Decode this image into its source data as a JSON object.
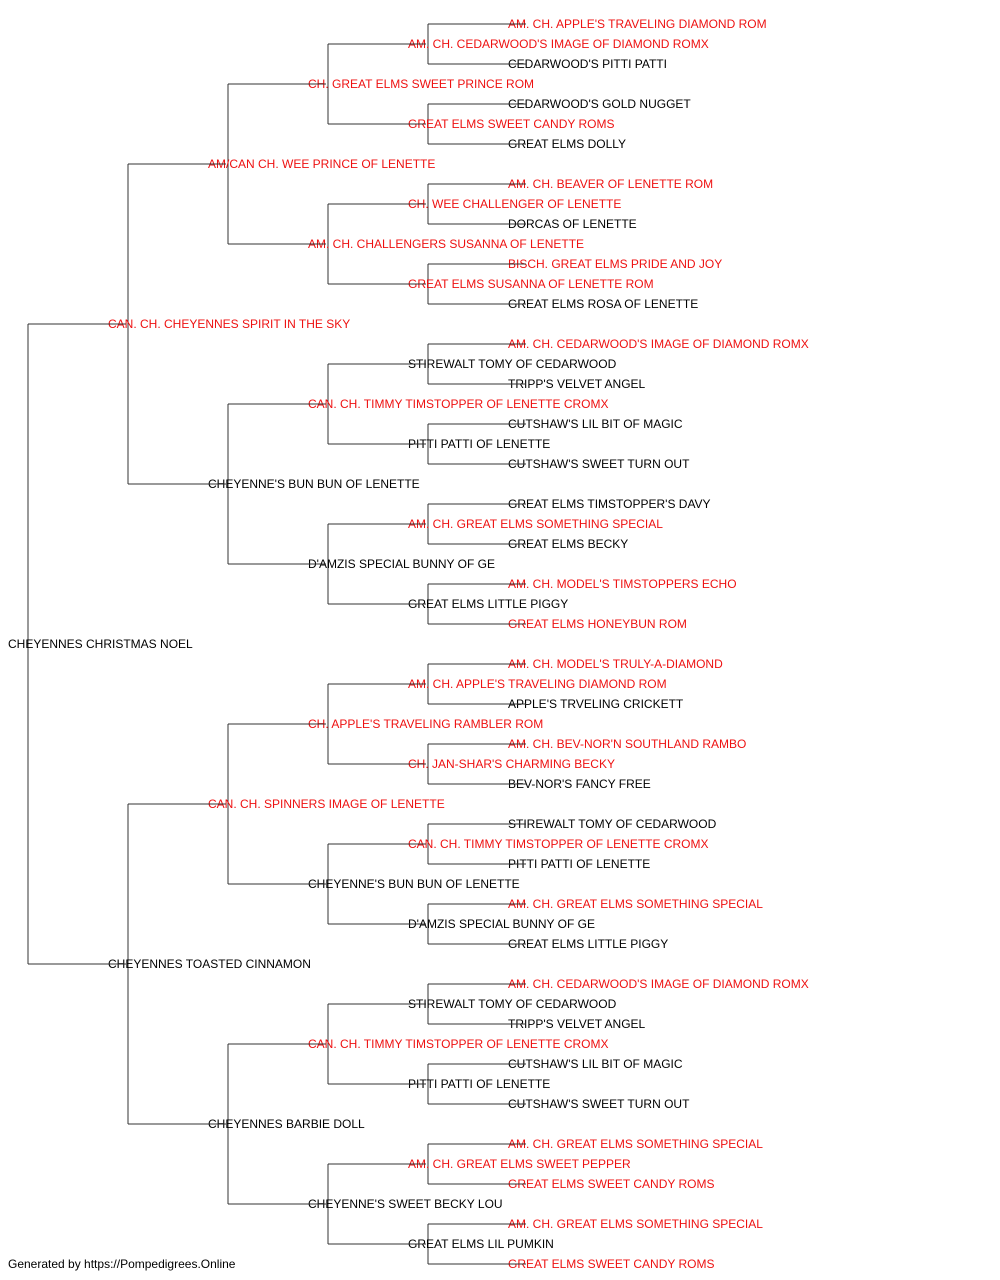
{
  "colors": {
    "champion": "#ee1111",
    "regular": "#000000",
    "connector": "#333333"
  },
  "pedigree": {
    "name": "CHEYENNES CHRISTMAS NOEL",
    "champion": false,
    "sire": {
      "name": "CAN. CH. CHEYENNES SPIRIT IN THE SKY",
      "champion": true,
      "sire": {
        "name": "AM/CAN CH. WEE PRINCE OF LENETTE",
        "champion": true,
        "sire": {
          "name": "CH. GREAT ELMS SWEET PRINCE ROM",
          "champion": true,
          "sire": {
            "name": "AM. CH. CEDARWOOD'S IMAGE OF DIAMOND ROMX",
            "champion": true,
            "sire": {
              "name": "AM. CH. APPLE'S TRAVELING DIAMOND ROM",
              "champion": true
            },
            "dam": {
              "name": "CEDARWOOD'S PITTI PATTI",
              "champion": false
            }
          },
          "dam": {
            "name": "GREAT ELMS SWEET CANDY ROMS",
            "champion": true,
            "sire": {
              "name": "CEDARWOOD'S GOLD NUGGET",
              "champion": false
            },
            "dam": {
              "name": "GREAT ELMS DOLLY",
              "champion": false
            }
          }
        },
        "dam": {
          "name": "AM. CH. CHALLENGERS SUSANNA OF LENETTE",
          "champion": true,
          "sire": {
            "name": "CH. WEE CHALLENGER OF LENETTE",
            "champion": true,
            "sire": {
              "name": "AM. CH. BEAVER OF LENETTE ROM",
              "champion": true
            },
            "dam": {
              "name": "DORCAS OF LENETTE",
              "champion": false
            }
          },
          "dam": {
            "name": "GREAT ELMS SUSANNA OF LENETTE ROM",
            "champion": true,
            "sire": {
              "name": "BISCH. GREAT ELMS PRIDE AND JOY",
              "champion": true
            },
            "dam": {
              "name": "GREAT ELMS ROSA OF LENETTE",
              "champion": false
            }
          }
        }
      },
      "dam": {
        "name": "CHEYENNE'S BUN BUN OF LENETTE",
        "champion": false,
        "sire": {
          "name": "CAN. CH. TIMMY TIMSTOPPER OF LENETTE CROMX",
          "champion": true,
          "sire": {
            "name": "STIREWALT TOMY OF CEDARWOOD",
            "champion": false,
            "sire": {
              "name": "AM. CH. CEDARWOOD'S IMAGE OF DIAMOND ROMX",
              "champion": true
            },
            "dam": {
              "name": "TRIPP'S VELVET ANGEL",
              "champion": false
            }
          },
          "dam": {
            "name": "PITTI PATTI OF LENETTE",
            "champion": false,
            "sire": {
              "name": "CUTSHAW'S LIL BIT OF MAGIC",
              "champion": false
            },
            "dam": {
              "name": "CUTSHAW'S SWEET TURN OUT",
              "champion": false
            }
          }
        },
        "dam": {
          "name": "D'AMZIS SPECIAL BUNNY OF GE",
          "champion": false,
          "sire": {
            "name": "AM. CH. GREAT ELMS SOMETHING SPECIAL",
            "champion": true,
            "sire": {
              "name": "GREAT ELMS TIMSTOPPER'S DAVY",
              "champion": false
            },
            "dam": {
              "name": "GREAT ELMS BECKY",
              "champion": false
            }
          },
          "dam": {
            "name": "GREAT ELMS LITTLE PIGGY",
            "champion": false,
            "sire": {
              "name": "AM. CH. MODEL'S TIMSTOPPERS ECHO",
              "champion": true
            },
            "dam": {
              "name": "GREAT ELMS HONEYBUN ROM",
              "champion": true
            }
          }
        }
      }
    },
    "dam": {
      "name": "CHEYENNES TOASTED CINNAMON",
      "champion": false,
      "sire": {
        "name": "CAN. CH. SPINNERS IMAGE OF LENETTE",
        "champion": true,
        "sire": {
          "name": "CH. APPLE'S TRAVELING RAMBLER ROM",
          "champion": true,
          "sire": {
            "name": "AM. CH. APPLE'S TRAVELING DIAMOND ROM",
            "champion": true,
            "sire": {
              "name": "AM. CH. MODEL'S TRULY-A-DIAMOND",
              "champion": true
            },
            "dam": {
              "name": "APPLE'S TRVELING CRICKETT",
              "champion": false
            }
          },
          "dam": {
            "name": "CH. JAN-SHAR'S CHARMING BECKY",
            "champion": true,
            "sire": {
              "name": "AM. CH. BEV-NOR'N SOUTHLAND RAMBO",
              "champion": true
            },
            "dam": {
              "name": "BEV-NOR'S FANCY FREE",
              "champion": false
            }
          }
        },
        "dam": {
          "name": "CHEYENNE'S BUN BUN OF LENETTE",
          "champion": false,
          "sire": {
            "name": "CAN. CH. TIMMY TIMSTOPPER OF LENETTE CROMX",
            "champion": true,
            "sire": {
              "name": "STIREWALT TOMY OF CEDARWOOD",
              "champion": false
            },
            "dam": {
              "name": "PITTI PATTI OF LENETTE",
              "champion": false
            }
          },
          "dam": {
            "name": "D'AMZIS SPECIAL BUNNY OF GE",
            "champion": false,
            "sire": {
              "name": "AM. CH. GREAT ELMS SOMETHING SPECIAL",
              "champion": true
            },
            "dam": {
              "name": "GREAT ELMS LITTLE PIGGY",
              "champion": false
            }
          }
        }
      },
      "dam": {
        "name": "CHEYENNES BARBIE DOLL",
        "champion": false,
        "sire": {
          "name": "CAN. CH. TIMMY TIMSTOPPER OF LENETTE CROMX",
          "champion": true,
          "sire": {
            "name": "STIREWALT TOMY OF CEDARWOOD",
            "champion": false,
            "sire": {
              "name": "AM. CH. CEDARWOOD'S IMAGE OF DIAMOND ROMX",
              "champion": true
            },
            "dam": {
              "name": "TRIPP'S VELVET ANGEL",
              "champion": false
            }
          },
          "dam": {
            "name": "PITTI PATTI OF LENETTE",
            "champion": false,
            "sire": {
              "name": "CUTSHAW'S LIL BIT OF MAGIC",
              "champion": false
            },
            "dam": {
              "name": "CUTSHAW'S SWEET TURN OUT",
              "champion": false
            }
          }
        },
        "dam": {
          "name": "CHEYENNE'S SWEET BECKY LOU",
          "champion": false,
          "sire": {
            "name": "AM. CH. GREAT ELMS SWEET PEPPER",
            "champion": true,
            "sire": {
              "name": "AM. CH. GREAT ELMS SOMETHING SPECIAL",
              "champion": true
            },
            "dam": {
              "name": "GREAT ELMS SWEET CANDY ROMS",
              "champion": true
            }
          },
          "dam": {
            "name": "GREAT ELMS LIL PUMKIN",
            "champion": false,
            "sire": {
              "name": "AM. CH. GREAT ELMS SOMETHING SPECIAL",
              "champion": true
            },
            "dam": {
              "name": "GREAT ELMS SWEET CANDY ROMS",
              "champion": true
            }
          }
        }
      }
    }
  },
  "footer": {
    "text": "Generated by https://Pompedigrees.Online"
  }
}
